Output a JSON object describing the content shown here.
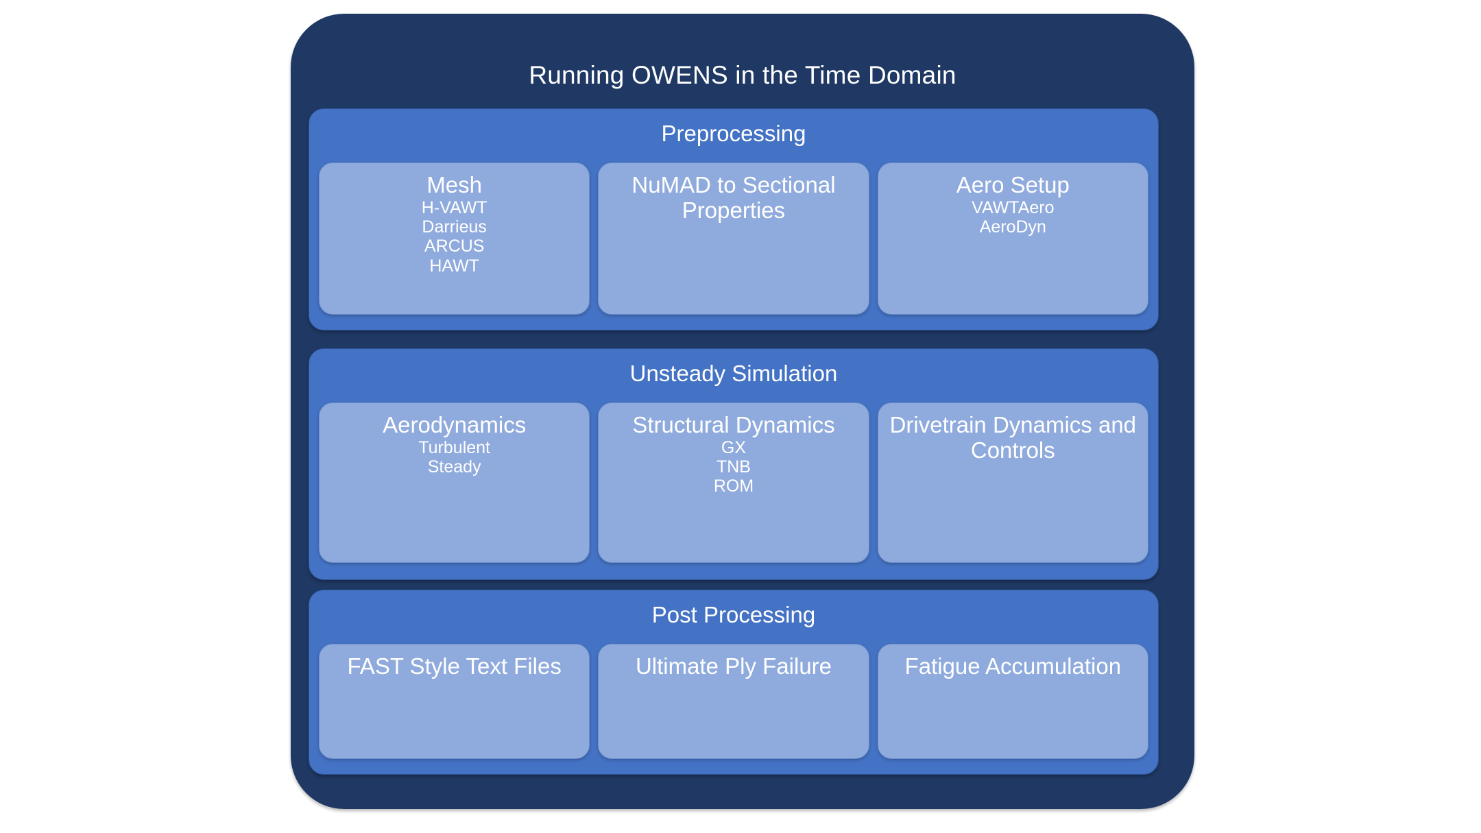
{
  "diagram": {
    "title": "Running OWENS in the Time Domain",
    "colors": {
      "outer_frame": "#1F3864",
      "section_panel": "#4472C4",
      "card": "#8FAADC",
      "text": "#FFFFFF",
      "background": "#FFFFFF"
    },
    "sections": [
      {
        "id": "preprocessing",
        "title": "Preprocessing",
        "cards": [
          {
            "id": "mesh",
            "title": "Mesh",
            "items": [
              "H-VAWT",
              "Darrieus",
              "ARCUS",
              "HAWT"
            ]
          },
          {
            "id": "numad-to-sectional-properties",
            "title": "NuMAD to Sectional Properties",
            "items": []
          },
          {
            "id": "aero-setup",
            "title": "Aero Setup",
            "items": [
              "VAWTAero",
              "AeroDyn"
            ]
          }
        ]
      },
      {
        "id": "unsteady-simulation",
        "title": "Unsteady Simulation",
        "cards": [
          {
            "id": "aerodynamics",
            "title": "Aerodynamics",
            "items": [
              "Turbulent",
              "Steady"
            ]
          },
          {
            "id": "structural-dynamics",
            "title": "Structural Dynamics",
            "items": [
              "GX",
              "TNB",
              "ROM"
            ]
          },
          {
            "id": "drivetrain-dynamics-and-controls",
            "title": "Drivetrain Dynamics and Controls",
            "items": []
          }
        ]
      },
      {
        "id": "post-processing",
        "title": "Post Processing",
        "cards": [
          {
            "id": "fast-style-text-files",
            "title": "FAST Style Text Files",
            "items": []
          },
          {
            "id": "ultimate-ply-failure",
            "title": "Ultimate Ply Failure",
            "items": []
          },
          {
            "id": "fatigue-accumulation",
            "title": "Fatigue Accumulation",
            "items": []
          }
        ]
      }
    ]
  }
}
